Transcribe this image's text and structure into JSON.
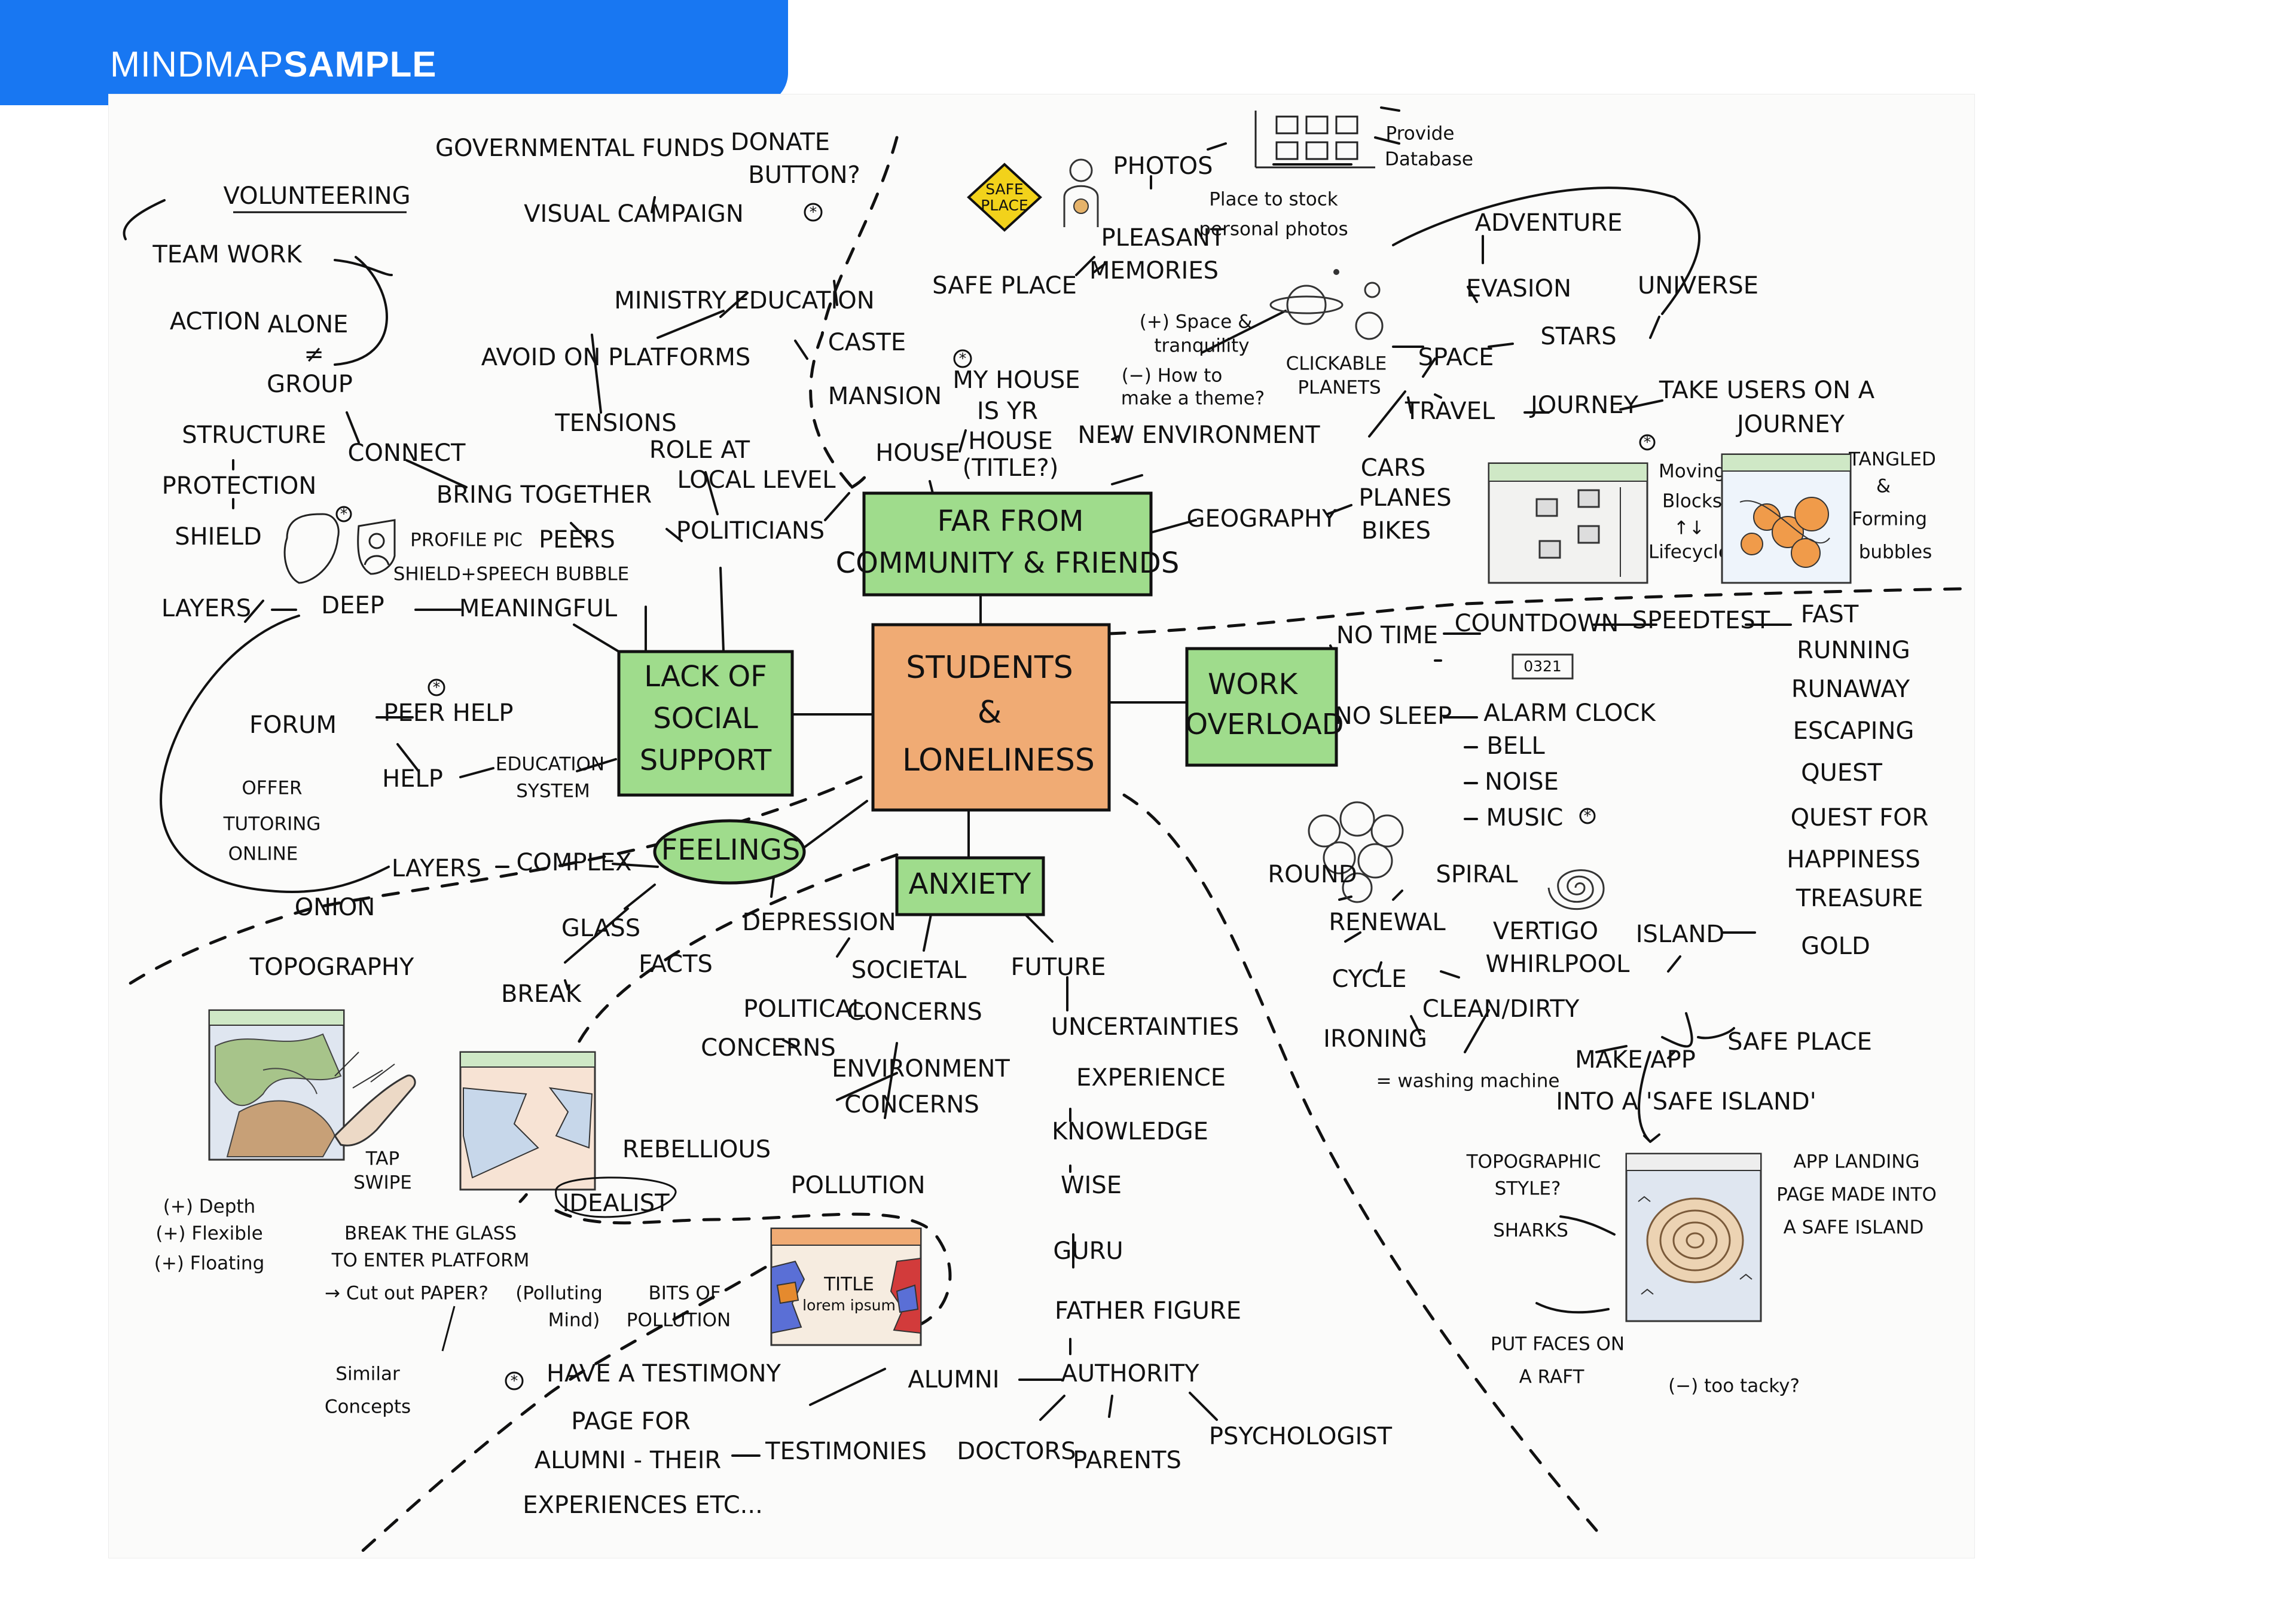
{
  "header": {
    "brand_light": "MINDMAP",
    "brand_bold": "SAMPLE"
  },
  "colors": {
    "brand": "#1877f2",
    "central": "#f0ab74",
    "branch": "#9fdc8c",
    "pencil": "#111111"
  },
  "central": {
    "line1": "STUDENTS",
    "line2": "&",
    "line3": "LONELINESS"
  },
  "branches": {
    "far_from": {
      "line1": "FAR FROM",
      "line2": "COMMUNITY & FRIENDS"
    },
    "lack": {
      "line1": "LACK OF",
      "line2": "SOCIAL",
      "line3": "SUPPORT"
    },
    "work": {
      "line1": "WORK",
      "line2": "OVERLOAD"
    },
    "anxiety": "ANXIETY",
    "feelings": "FEELINGS"
  },
  "top_left": {
    "governmental_funds": "GOVERNMENTAL FUNDS",
    "donate_1": "DONATE",
    "donate_2": "BUTTON?",
    "visual_campaign": "VISUAL CAMPAIGN",
    "volunteering": "VOLUNTEERING",
    "team_work": "TEAM WORK",
    "action": "ACTION",
    "alone": "ALONE",
    "neq": "≠",
    "group": "GROUP",
    "ministry": "MINISTRY EDUCATION",
    "avoid": "AVOID ON PLATFORMS",
    "tensions": "TENSIONS",
    "role_1": "ROLE AT",
    "role_2": "LOCAL LEVEL",
    "politicians": "POLITICIANS",
    "caste": "CASTE",
    "structure": "STRUCTURE",
    "connect": "CONNECT",
    "protection": "PROTECTION",
    "shield": "SHIELD",
    "bring_together": "BRING TOGETHER",
    "peers": "PEERS",
    "profile_pic": "PROFILE PIC",
    "shield_speech": "SHIELD+SPEECH BUBBLE",
    "layers": "LAYERS",
    "deep": "DEEP",
    "meaningful": "MEANINGFUL"
  },
  "top_center": {
    "safe_place_sign_1": "SAFE",
    "safe_place_sign_2": "PLACE",
    "photos": "PHOTOS",
    "pleasant_1": "PLEASANT",
    "pleasant_2": "MEMORIES",
    "safe_place": "SAFE PLACE",
    "mansion": "MANSION",
    "house": "HOUSE",
    "my_house_1": "MY HOUSE",
    "my_house_2": "IS YR",
    "my_house_3": "HOUSE",
    "my_house_4": "(TITLE?)",
    "place_to_stock_1": "Place to stock",
    "place_to_stock_2": "personal photos",
    "provide_1": "Provide",
    "provide_2": "Database",
    "space_1": "(+) Space &",
    "space_2": "tranquility",
    "how_to_1": "(−) How to",
    "how_to_2": "make a theme?",
    "clickable_1": "CLICKABLE",
    "clickable_2": "PLANETS",
    "new_environment": "NEW ENVIRONMENT"
  },
  "top_right": {
    "adventure": "ADVENTURE",
    "evasion": "EVASION",
    "universe": "UNIVERSE",
    "space": "SPACE",
    "stars": "STARS",
    "travel": "TRAVEL",
    "journey": "JOURNEY",
    "take_users_1": "TAKE USERS ON A",
    "take_users_2": "JOURNEY",
    "cars": "CARS",
    "planes": "PLANES",
    "bikes": "BIKES",
    "geography": "GEOGRAPHY",
    "moving_1": "Moving",
    "moving_2": "Blocks",
    "moving_3": "↑↓",
    "moving_4": "Lifecycle",
    "tangled_1": "TANGLED",
    "tangled_2": "&",
    "tangled_3": "Forming",
    "tangled_4": "bubbles"
  },
  "work_side": {
    "no_time": "NO TIME",
    "countdown": "COUNTDOWN",
    "speedtest": "SPEEDTEST",
    "fast": "FAST",
    "running": "RUNNING",
    "runaway": "RUNAWAY",
    "escaping": "ESCAPING",
    "quest": "QUEST",
    "quest_for": "QUEST FOR",
    "happiness": "HAPPINESS",
    "treasure": "TREASURE",
    "gold": "GOLD",
    "timer": "0321",
    "no_sleep": "NO SLEEP",
    "alarm_clock": "ALARM CLOCK",
    "bell": "BELL",
    "noise": "NOISE",
    "music": "MUSIC"
  },
  "left_mid": {
    "forum": "FORUM",
    "peer_help": "PEER HELP",
    "help": "HELP",
    "education_1": "EDUCATION",
    "education_2": "SYSTEM",
    "offer_1": "OFFER",
    "offer_2": "TUTORING",
    "offer_3": "ONLINE",
    "layers": "LAYERS",
    "complex": "COMPLEX",
    "onion": "ONION",
    "topography": "TOPOGRAPHY",
    "glass": "GLASS",
    "break": "BREAK",
    "tap_1": "TAP",
    "tap_2": "SWIPE",
    "depth": "(+) Depth",
    "flexible": "(+) Flexible",
    "floating": "(+) Floating",
    "break_glass_1": "BREAK THE GLASS",
    "break_glass_2": "TO ENTER PLATFORM",
    "cutout": "→ Cut out PAPER?",
    "polluting_1": "(Polluting",
    "polluting_2": "Mind)",
    "bits_1": "BITS OF",
    "bits_2": "POLLUTION",
    "similar_1": "Similar",
    "similar_2": "Concepts"
  },
  "bottom_center": {
    "depression": "DEPRESSION",
    "facts": "FACTS",
    "societal_1": "SOCIETAL",
    "societal_2": "CONCERNS",
    "future": "FUTURE",
    "political_1": "POLITICAL",
    "political_2": "CONCERNS",
    "environment_1": "ENVIRONMENT",
    "environment_2": "CONCERNS",
    "uncertainties": "UNCERTAINTIES",
    "experience": "EXPERIENCE",
    "knowledge": "KNOWLEDGE",
    "wise": "WISE",
    "guru": "GURU",
    "father_figure": "FATHER FIGURE",
    "rebellious": "REBELLIOUS",
    "idealist": "IDEALIST",
    "pollution": "POLLUTION",
    "title_1": "TITLE",
    "title_2": "lorem ipsum",
    "testimony_1": "HAVE A TESTIMONY",
    "testimony_2": "PAGE FOR",
    "testimony_3": "ALUMNI - THEIR",
    "testimony_4": "EXPERIENCES ETC...",
    "testimonies": "TESTIMONIES",
    "alumni": "ALUMNI",
    "authority": "AUTHORITY",
    "doctors": "DOCTORS",
    "parents": "PARENTS",
    "psychologist": "PSYCHOLOGIST"
  },
  "bottom_right": {
    "round": "ROUND",
    "renewal": "RENEWAL",
    "spiral": "SPIRAL",
    "cycle": "CYCLE",
    "vertigo": "VERTIGO",
    "whirlpool": "WHIRLPOOL",
    "island": "ISLAND",
    "clean_dirty": "CLEAN/DIRTY",
    "ironing": "IRONING",
    "washing": "= washing machine",
    "make_app_1": "MAKE APP",
    "make_app_2": "INTO A 'SAFE ISLAND'",
    "safe_place": "SAFE PLACE",
    "topo_style_1": "TOPOGRAPHIC",
    "topo_style_2": "STYLE?",
    "sharks": "SHARKS",
    "app_landing_1": "APP LANDING",
    "app_landing_2": "PAGE MADE INTO",
    "app_landing_3": "A SAFE ISLAND",
    "put_faces_1": "PUT FACES ON",
    "put_faces_2": "A RAFT",
    "too_tacky": "(−) too tacky?"
  }
}
